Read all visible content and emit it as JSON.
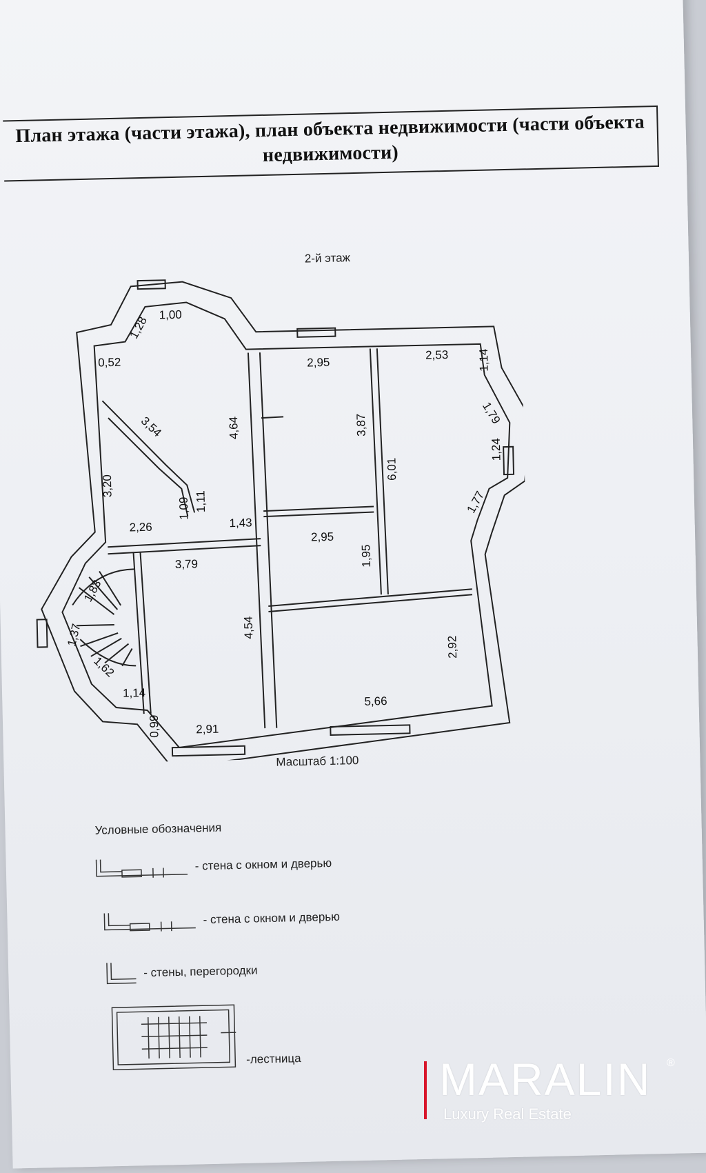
{
  "title": "План этажа (части этажа), план объекта недвижимости (части объекта недвижимости)",
  "floor_label": "2-й этаж",
  "scale_label": "Масштаб 1:100",
  "dimensions": [
    "1,00",
    "1,28",
    "0,52",
    "3,54",
    "4,64",
    "3,20",
    "1,09",
    "1,11",
    "2,26",
    "1,43",
    "2,95",
    "3,87",
    "2,53",
    "1,14",
    "1,79",
    "1,24",
    "6,01",
    "1,77",
    "2,95",
    "1,95",
    "3,79",
    "1,83",
    "1,37",
    "1,62",
    "1,14",
    "4,54",
    "0,99",
    "2,91",
    "5,66",
    "2,92"
  ],
  "legend": {
    "title": "Условные обозначения",
    "items": [
      "- стена с окном и дверью",
      "- стена с окном и дверью",
      "- стены, перегородки",
      "-лестница"
    ]
  },
  "brand": {
    "name": "MARALIN",
    "registered": "®",
    "tagline": "Luxury Real Estate",
    "accent_color": "#d8162b"
  }
}
